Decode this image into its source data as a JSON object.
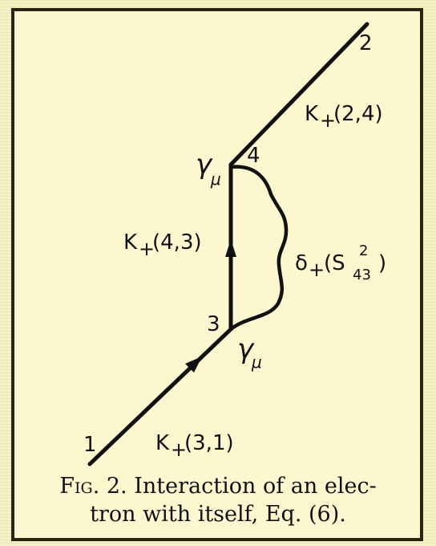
{
  "diagram": {
    "vertices": {
      "v1": "1",
      "v2": "2",
      "v3": "3",
      "v4": "4"
    },
    "vertex_symbols": {
      "gamma_top": "γ",
      "gamma_top_sub": "μ",
      "gamma_bottom": "γ",
      "gamma_bottom_sub": "μ"
    },
    "propagators": {
      "k31_main": "K",
      "k31_sub": "+",
      "k31_args": "(3,1)",
      "k43_main": "K",
      "k43_sub": "+",
      "k43_args": "(4,3)",
      "k24_main": "K",
      "k24_sub": "+",
      "k24_args": "(2,4)",
      "delta_main": "δ",
      "delta_sub": "+",
      "delta_open": "(S",
      "delta_sup": "2",
      "delta_idx": "43",
      "delta_close": ")"
    }
  },
  "caption": {
    "label": "Fig. 2.",
    "line1": "Interaction of an elec-",
    "line2": "tron with itself, Eq. (6)."
  },
  "colors": {
    "ink": "#111111",
    "paper": "#fcf7cf",
    "border": "#2b2412"
  }
}
